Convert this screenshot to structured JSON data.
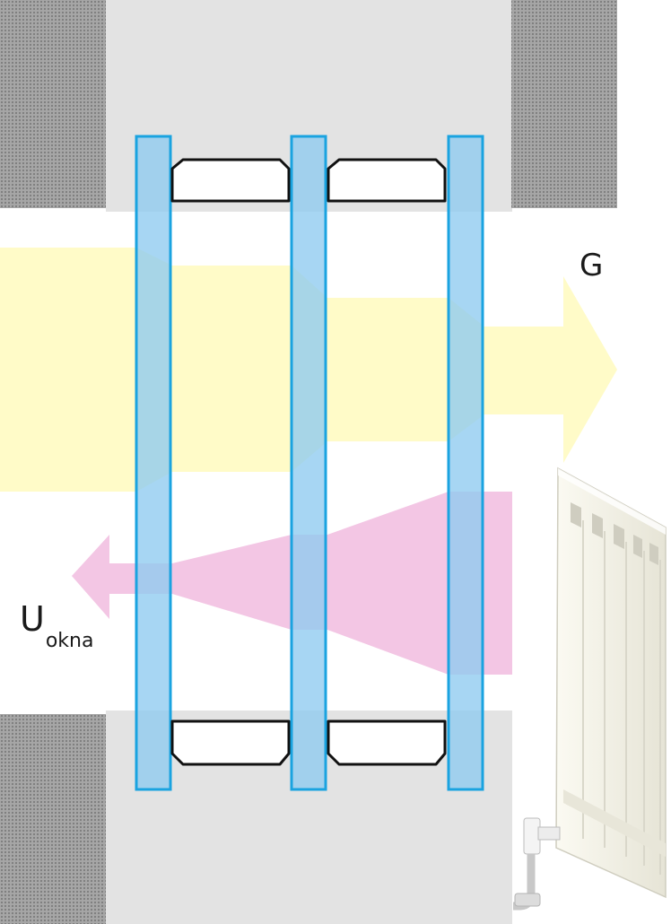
{
  "labels": {
    "solar_gain": "G",
    "heat_loss_main": "U",
    "heat_loss_sub": "okna"
  },
  "colors": {
    "glass_fill": "#8ecbf0",
    "glass_stroke": "#1aa3e0",
    "solar_arrow": "#fffbc8",
    "heat_arrow": "#f3c6e4",
    "wall": "#e3e3e3",
    "masonry": "#9a9a9a",
    "radiator": "#f2f1e6"
  },
  "icons": [
    "radiator-icon"
  ]
}
